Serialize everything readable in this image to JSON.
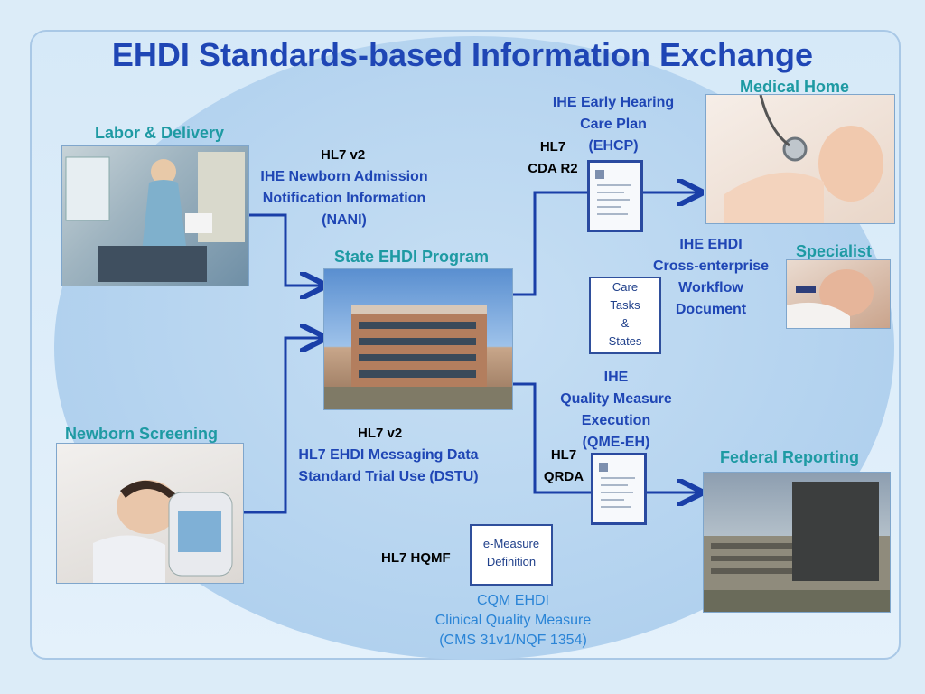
{
  "title": "EHDI Standards-based Information Exchange",
  "nodes": {
    "labor_delivery": "Labor & Delivery",
    "state_ehdi": "State EHDI Program",
    "newborn_screening": "Newborn Screening",
    "medical_home": "Medical Home",
    "specialist": "Specialist",
    "federal_reporting": "Federal Reporting"
  },
  "nani": {
    "standard": "HL7 v2",
    "lines": [
      "IHE Newborn Admission",
      "Notification Information",
      "(NANI)"
    ]
  },
  "dstu": {
    "standard": "HL7 v2",
    "lines": [
      "HL7 EHDI Messaging Data",
      "Standard Trial Use (DSTU)"
    ]
  },
  "ehcp": {
    "lines": [
      "IHE Early Hearing",
      "Care Plan",
      "(EHCP)"
    ],
    "standard_lines": [
      "HL7",
      "CDA R2"
    ]
  },
  "xdw": {
    "lines": [
      "IHE EHDI",
      "Cross-enterprise",
      "Workflow",
      "Document"
    ],
    "box_lines": [
      "Care",
      "Tasks",
      "&",
      "States"
    ]
  },
  "qme": {
    "lines": [
      "IHE",
      "Quality Measure",
      "Execution",
      "(QME-EH)"
    ],
    "standard_lines": [
      "HL7",
      "QRDA"
    ]
  },
  "hqmf": {
    "standard": "HL7 HQMF",
    "box_lines": [
      "e-Measure",
      "Definition"
    ]
  },
  "cqm": {
    "lines": [
      "CQM EHDI",
      "Clinical Quality Measure",
      "(CMS 31v1/NQF 1354)"
    ]
  },
  "colors": {
    "title": "#1f46b5",
    "node_label": "#1e9aa3",
    "arrow": "#1a3fa8",
    "cqm_text": "#2a84d6"
  }
}
